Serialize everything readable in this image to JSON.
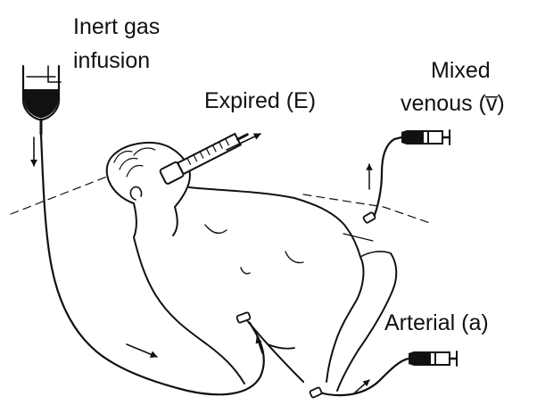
{
  "labels": {
    "infusion_line1": "Inert gas",
    "infusion_line2": "infusion",
    "expired": "Expired (E)",
    "mixed_venous_line1": "Mixed",
    "mixed_venous_line2": "venous (v̅)",
    "arterial": "Arterial (a)"
  },
  "icons": [
    "infusion-bag-icon",
    "expired-syringe-icon",
    "venous-syringe-icon",
    "arterial-syringe-icon"
  ],
  "colors": {
    "ink": "#111111",
    "background": "#ffffff"
  }
}
